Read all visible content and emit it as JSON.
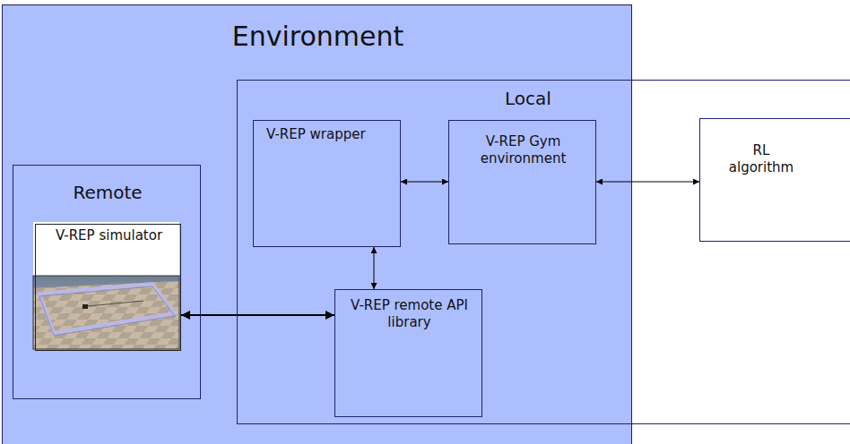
{
  "diagram": {
    "nodes": [
      {
        "text": [
          "Environment"
        ]
      },
      {
        "text": [
          "Remote"
        ],
        "in": 0
      },
      {
        "text": [
          "V-REP simulator"
        ],
        "in": 1
      },
      {
        "text": [
          "Local"
        ],
        "in": 0
      },
      {
        "text": [
          "V-REP wrapper"
        ],
        "in": 3
      },
      {
        "text": [
          "V-REP Gym environment"
        ],
        "in": 3
      },
      {
        "text": [
          "V-REP remote API library"
        ],
        "in": 3
      },
      {
        "text": [
          "RL algorithm"
        ],
        "in": 3
      }
    ],
    "edges": [
      {
        "from": 4,
        "to": 5,
        "arrow": "both"
      },
      {
        "from": 5,
        "to": 7,
        "arrow": "both"
      },
      {
        "from": 4,
        "to": 6,
        "arrow": "both"
      },
      {
        "from": 2,
        "to": 6,
        "arrow": "both"
      }
    ]
  }
}
